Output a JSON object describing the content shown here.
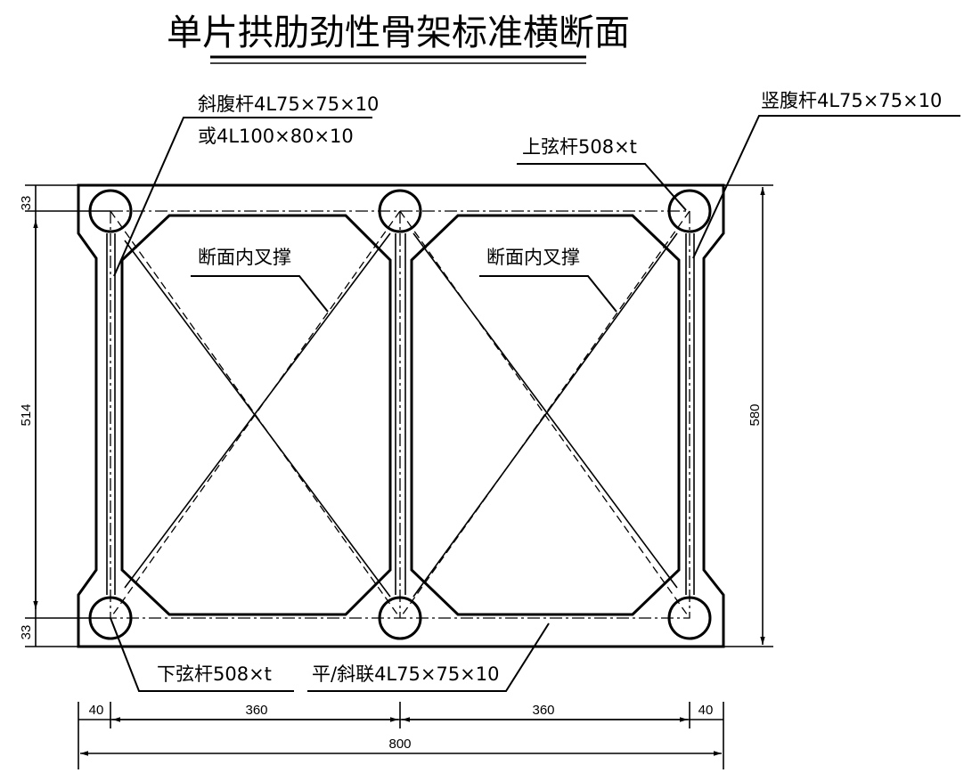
{
  "title": "单片拱肋劲性骨架标准横断面",
  "labels": {
    "diagonal_web_line1": "斜腹杆4L75×75×10",
    "diagonal_web_line2": "或4L100×80×10",
    "vertical_web": "竖腹杆4L75×75×10",
    "upper_chord": "上弦杆508×t",
    "inner_brace_left": "断面内叉撑",
    "inner_brace_right": "断面内叉撑",
    "lower_chord": "下弦杆508×t",
    "lateral_brace": "平/斜联4L75×75×10"
  },
  "dimensions": {
    "left_top": "33",
    "left_middle": "514",
    "left_bottom": "33",
    "right_height": "580",
    "bottom_left_edge": "40",
    "bottom_left_span": "360",
    "bottom_right_span": "360",
    "bottom_right_edge": "40",
    "total_width": "800"
  }
}
